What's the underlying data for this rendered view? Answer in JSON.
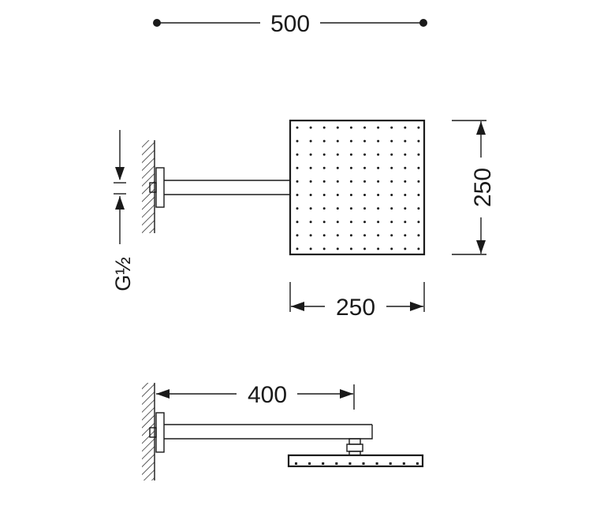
{
  "dimensions": {
    "overall_width": "500",
    "head_height": "250",
    "head_width": "250",
    "arm_length": "400",
    "thread": "G½"
  },
  "colors": {
    "line": "#1a1a1a",
    "background": "#ffffff"
  }
}
